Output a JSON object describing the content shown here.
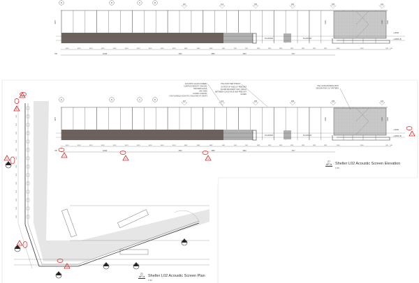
{
  "colors": {
    "concrete": "#6e625e",
    "glass_grey": "#b0b0b0",
    "hatch": "#cfcfcf",
    "revision": "#e02020",
    "line": "#555555"
  },
  "elevation": {
    "grid_labels": [
      "E",
      "D",
      "C",
      "B"
    ],
    "section_marks": [
      "197",
      "113",
      "155",
      "205",
      "155",
      "115"
    ],
    "planter_label": "PLANTER",
    "height_dims": [
      "1675",
      "2435",
      "2100",
      "2500"
    ],
    "levels": [
      "+10390",
      "+10090 LB"
    ],
    "bay_dims": [
      "1019",
      "1019",
      "1019",
      "1019",
      "1019",
      "1019",
      "1019",
      "1019",
      "1019",
      "1019",
      "1082",
      "1082",
      "1082",
      "942",
      "942",
      "942",
      "1021",
      "1021",
      "1021",
      "929",
      "929",
      "929",
      "929",
      "2100",
      "2100",
      "245",
      "145"
    ],
    "overall_dims": [
      "150",
      "10190",
      "3243",
      "2865",
      "3063",
      "3717"
    ]
  },
  "notes": {
    "glass": "ACOUSTIC GLASS SCREEN, SURFACE DENSITY 25KG/M2, MIN 8MM GLASS, MIN. 6MM, GUARD LOADING, C/W FLEXIBLE ACOUSTIC CAULKING AT JOINTS",
    "post": "HSG POST PER STRUCT.",
    "precast": "EXTENT OF VIADUCT PRECAST GUARD ADJACENT. MAX. 100mm BETWEEN GLASS FACE AND PRECAST GUARD",
    "gate": "HSG GATE FRAMING WITH DECORATIVE CUT PATTERN"
  },
  "titles": {
    "elevation": {
      "number": "27",
      "sheet": "AP7a",
      "name": "Shelter L02 Acoustic Screen Elevation",
      "scale": "1:50"
    },
    "plan": {
      "number": "21",
      "sheet": "AP7a",
      "name": "Shelter L02 Acoustic Screen Plan",
      "scale": "1:50"
    }
  }
}
